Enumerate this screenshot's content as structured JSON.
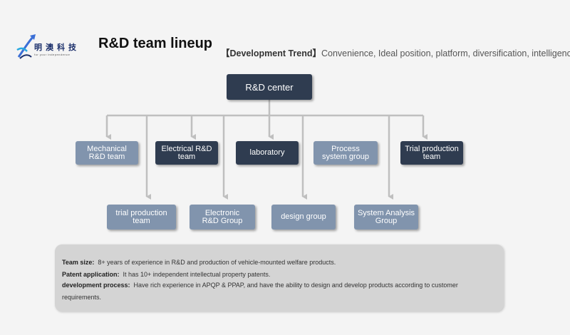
{
  "brand": {
    "name": "明澳科技",
    "tagline": "for your independence"
  },
  "header": {
    "title": "R&D team lineup",
    "trend_label": "【Development Trend】",
    "trend_text": "Convenience, Ideal position, platform, diversification, intelligence"
  },
  "org": {
    "center": "R&D center",
    "row1": [
      "Mechanical\nR&D team",
      "Electrical R&D\nteam",
      "laboratory",
      "Process\nsystem group",
      "Trial production\nteam"
    ],
    "row2": [
      "trial production\nteam",
      "Electronic\nR&D Group",
      "design group",
      "System Analysis\nGroup"
    ]
  },
  "info": {
    "team_size_label": "Team size:",
    "team_size_text": "8+ years of experience in R&D and production of vehicle-mounted welfare products.",
    "patent_label": "Patent application:",
    "patent_text": "It has 10+ independent intellectual property patents.",
    "process_label": "development process:",
    "process_text": "Have rich experience in APQP & PPAP, and have the ability to design and develop products according to customer requirements."
  },
  "colors": {
    "dark_box": "#2f3c50",
    "light_box": "#8194ad",
    "connector": "#bfbfbf"
  }
}
